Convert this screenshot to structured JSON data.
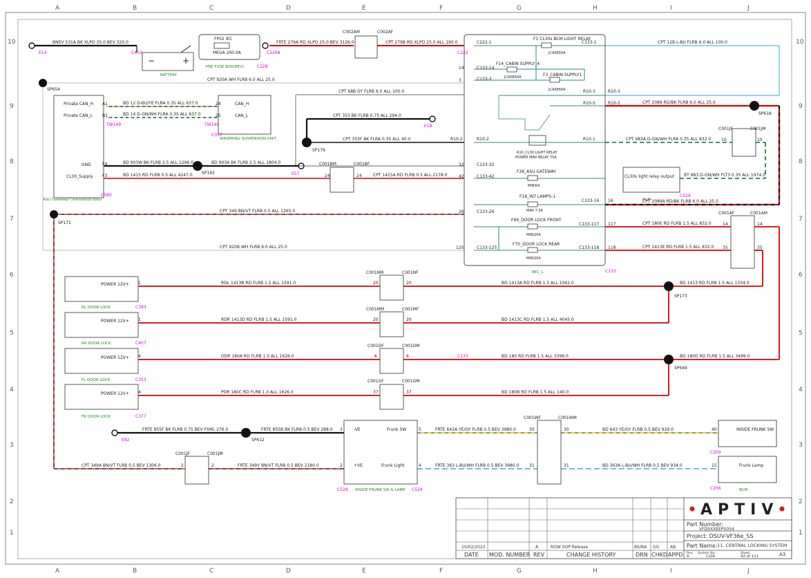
{
  "grid": {
    "columns": [
      "A",
      "B",
      "C",
      "D",
      "E",
      "F",
      "G",
      "H",
      "I",
      "J"
    ],
    "rows": [
      "10",
      "9",
      "8",
      "7",
      "6",
      "5",
      "4",
      "3",
      "2",
      "1"
    ]
  },
  "title_block": {
    "logo": "APTIV",
    "part_number_label": "Part Number:",
    "part_number": "VFDSXXEEPS054",
    "project": "Project: DSUV-VF36e_SS",
    "part_name_label": "Part Name:",
    "part_name": "11. CENTRAL LOCKING SYSTEM",
    "rev_label": "Rev:",
    "rev_value": "A",
    "system_no_label": "System No:",
    "system_no": "CL0A",
    "sheet_label": "Sheet:",
    "sheet_value": "42  of 111",
    "size": "A3",
    "revision_row": {
      "date": "10/02/2023",
      "rev": "A",
      "change": "ROW SOP Release",
      "drn": "BS/BA",
      "chkd": "GG",
      "appd": "AB"
    },
    "headers": [
      "DATE",
      "MOD. NUMBER",
      "REV",
      "CHANGE HISTORY",
      "DRN",
      "CHKD",
      "APPD"
    ]
  },
  "components": {
    "battery": "BATTERY",
    "prefuse": "PRE FUSE BOX(BEV)",
    "fp02": "FP02 IEC",
    "mega": "MEGA 200.0A",
    "asu_gateway": "ASU Gateway (Translation Box)",
    "air_susp": "AIRSPRING SUSPENSION UNIT",
    "bcm_relay_f1": "F1 CL30s BCM LIGHT RELAY",
    "f14": "F14_CABIN SUPPLY_4",
    "f3": "F3_CABIN SUPPLY1",
    "jcase1": "JCASE60A",
    "jcase2": "JCASE60A",
    "jcase3": "JCASE60A",
    "relay": "R10_CL30 LIGHT RELAY",
    "relay2": "POWER MINI RELAY 70A",
    "f26": "F26_ASU GATEWAY",
    "f26r": "MINI5A",
    "f18": "F18_INT LAMPS-1",
    "f18r": "MINI 7.5A",
    "f69": "F69_DOOR LOCK FRONT",
    "f69r": "MINI20A",
    "f70": "F70_DOOR LOCK REAR",
    "f70r": "MINI20A",
    "bec": "BEC_L",
    "cl30s": "CL30s light relay output",
    "bcm": "BCM",
    "rl_lock": "RL DOOR LOCK",
    "rr_lock": "RR DOOR LOCK",
    "fl_lock": "FL DOOR LOCK",
    "fr_lock": "FR DOOR LOCK",
    "power12": "POWER 12V+",
    "frunk_sw_lamp": "INSIDE FRUNK SW & LAMP",
    "frunk_sw": "Frunk SW",
    "frunk_light": "Frunk Light",
    "ve_pos": "+VE",
    "ve_neg": "-VE",
    "inside_frunk_sw": "INSIDE FRUNK SW",
    "frunk_lamp": "Frunk Lamp",
    "private_can_h": "Private CAN_H",
    "private_can_l": "Private CAN_L",
    "can_h": "CAN_H",
    "can_l": "CAN_L",
    "gnd": "GND",
    "cl30_supply": "CL30_Supply"
  },
  "connectors": {
    "E14": "E14",
    "C410": "C410",
    "C228": "C228",
    "C2268": "C2268",
    "C222": "C222",
    "C580": "C580",
    "C337": "C337",
    "E18": "E18",
    "E57": "E57",
    "SP654": "SP654",
    "SP179": "SP179",
    "SP193": "SP193",
    "SP171": "SP171",
    "SP618": "SP618",
    "SP173": "SP173",
    "SP649": "SP649",
    "SP612": "SP612",
    "C002AM": "C002AM",
    "C002AF": "C002AF",
    "C001BM": "C001BM",
    "C001BF": "C001BF",
    "C001JF": "C001JF",
    "C001JM": "C001JM",
    "C001AF": "C001AF",
    "C001AM": "C001AM",
    "C001NM": "C001NM",
    "C001NF": "C001NF",
    "C001MM": "C001MM",
    "C001MF": "C001MF",
    "C001DF": "C001DF",
    "C001DM": "C001DM",
    "C001GF": "C001GF",
    "C001GM": "C001GM",
    "C001WF": "C001WF",
    "C001WM": "C001WM",
    "C001JF2": "C001JF",
    "C001JM2": "C001JM",
    "C393": "C393",
    "C407": "C407",
    "C353": "C353",
    "C377": "C377",
    "C133": "C133",
    "C029": "C029",
    "E92": "E92",
    "C528": "C528",
    "C529": "C529",
    "C209": "C209",
    "C206": "C206",
    "TW149a": "TW149",
    "TW149b": "TW149",
    "C133b": "C133"
  },
  "wires": {
    "w1": "BNEV  531A  BK  XLPO  35.0  BEV   320.0",
    "w2": "FRTE  279A  RD  XLPO  25.0  BEV   3126.0",
    "w3": "CPT  279B  RD  XLPO  25.0  ALL   190.0",
    "w4": "CPT  12B  L-BU  FLRB  6.0  ALL   100.0",
    "w5": "CPT  920A  WH  FLRB  6.0  ALL   25.0",
    "w6": "CPT  68B  GY  FLRB  6.0  ALL   100.0",
    "w7": "BD  12  D-BU/YE  FLRA  0.35  ALL   637.0",
    "w8": "BD  14  D-GN/WH  FLRA  0.35  ALL   637.0",
    "w9": "CPT  353  BK  FLRB  0.75  ALL   294.0",
    "w10": "CPT  353F  BK  FLRA  0.35  ALL   40.0",
    "w11": "CPT  2089  RD/BK  FLRB  6.0  ALL   25.0",
    "w12": "CPT  983A  D-GN/WH  FLRA  0.35  ALL   832.0",
    "w13": "BD  903W  BK  FLRB  2.5  ALL   1296.0",
    "w14": "BD  903A  BK  FLRB  2.5  ALL   1804.0",
    "w15": "BD  1415  RD  FLRB  0.5  ALL   4247.0",
    "w16": "CPT  1415A  RD  FLRB  0.5  ALL   2178.0",
    "w17": "BT  883  D-GN/WH  FLT3  0.35  ALL   1974.0",
    "w18": "CPT  2089A  RD/BK  FLRB  6.0  ALL   25.0",
    "w19": "CPT  349  BN/VT  FLRB  0.5  ALL   1265.0",
    "w20": "CPT  180E  RD  FLRB  1.5  ALL   832.0",
    "w21": "CPT  920B  WH  FLRB  6.0  ALL   25.0",
    "w22": "CPT  1413E  RD  FLRB  1.5  ALL   832.0",
    "w23": "RDL  1413B  RD  FLRB  1.5  ALL   1591.0",
    "w24": "BD  1413A  RD  FLRB  1.5  ALL   1042.0",
    "w25": "BD  1413  RD  FLRB  1.5  ALL   1334.0",
    "w26": "RDR  1413D  RD  FLRB  1.5  ALL   1591.0",
    "w27": "BD  1413C  RD  FLRB  1.5  ALL   4045.0",
    "w28": "DDR  180A  RD  FLRB  1.0  ALL   1626.0",
    "w29": "BD  180  RD  FLRB  1.5  ALL   3399.0",
    "w30": "BD  180D  RD  FLRB  1.5  ALL   3499.0",
    "w31": "PDR  180C  RD  FLRB  1.0  ALL   1626.0",
    "w32": "BD  180B  RD  FLRB  1.5  ALL   140.0",
    "w33": "FRTE  855F  BK  FLRB  0.75  BEV  FSML  276.0",
    "w34": "FRTE  855B  BK  FLRB  0.5  BEV   288.0",
    "w35": "FRTE  643A  YE/GY  FLRB  0.5  BEV   3980.0",
    "w36": "BD  643  YE/GY  FLRB  0.5  BEV   929.0",
    "w37": "CPT  349A  BN/VT  FLRB  0.5  BEV   1306.0",
    "w38": "FRTE  349V  BN/VT  FLRB  0.5  BEV   2180.0",
    "w39": "FRTE  363  L-BU/WH  FLRB  0.5  BEV   3980.0",
    "w40": "BD  363A  L-BU/WH  FLRB  0.5  BEV   934.0"
  },
  "pins": {
    "c222_1": "C222-1",
    "c133_1": "C133-1",
    "c133_14": "C133-14",
    "c133_3": "C133-3",
    "r10_3": "R10-3",
    "r10_3b": "R10-3",
    "r10_5": "R10-5",
    "r10_5b": "R10-5",
    "r10_2": "R10-2",
    "r10_2b": "R10-2",
    "r10_1": "R10-1",
    "c133_32": "C133-32",
    "c133_42": "C133-42",
    "c133_16": "C133-16",
    "c133_26": "C133-26",
    "c133_117": "C133-117",
    "c133_125": "C133-125",
    "c133_118": "C133-118",
    "c133_left": "C133",
    "p1": "1",
    "p2": "2",
    "p3": "3",
    "p4": "4",
    "p5": "5",
    "p6": "6",
    "p14": "14",
    "p16": "16",
    "p20": "20",
    "p24": "24",
    "p25": "25",
    "p26": "26",
    "p30": "30",
    "p31": "31",
    "p32": "32",
    "p35": "35",
    "p37": "37",
    "p40": "40",
    "p42": "42",
    "p117": "117",
    "p118": "118",
    "p125": "125",
    "p10": "10",
    "p15": "15",
    "pA1": "A1",
    "pB1": "B1",
    "pF4": "F4",
    "pF3": "F3",
    "pC133_16n": "16",
    "p25b": "25",
    "p24b": "24"
  }
}
